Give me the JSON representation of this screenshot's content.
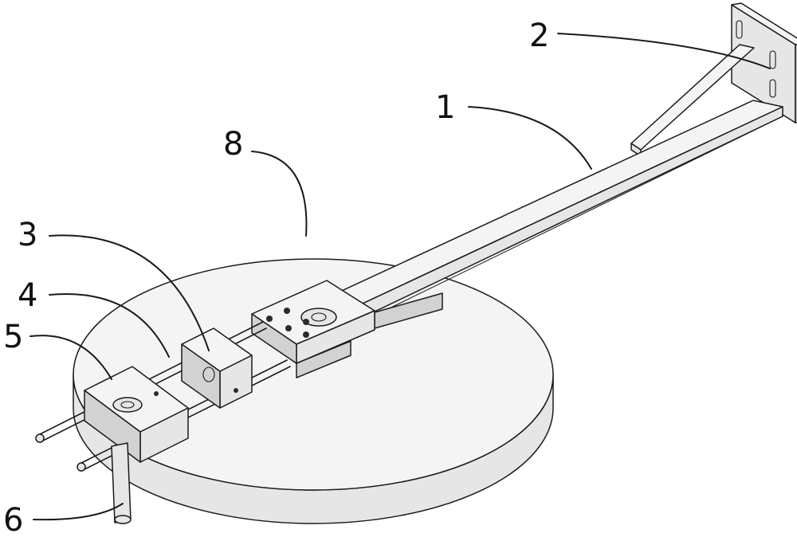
{
  "labels": [
    {
      "id": "1",
      "text": "1"
    },
    {
      "id": "2",
      "text": "2"
    },
    {
      "id": "3",
      "text": "3"
    },
    {
      "id": "4",
      "text": "4"
    },
    {
      "id": "5",
      "text": "5"
    },
    {
      "id": "6",
      "text": "6"
    },
    {
      "id": "8",
      "text": "8"
    }
  ],
  "colors": {
    "line": "#1a1a1a",
    "background": "#ffffff"
  }
}
